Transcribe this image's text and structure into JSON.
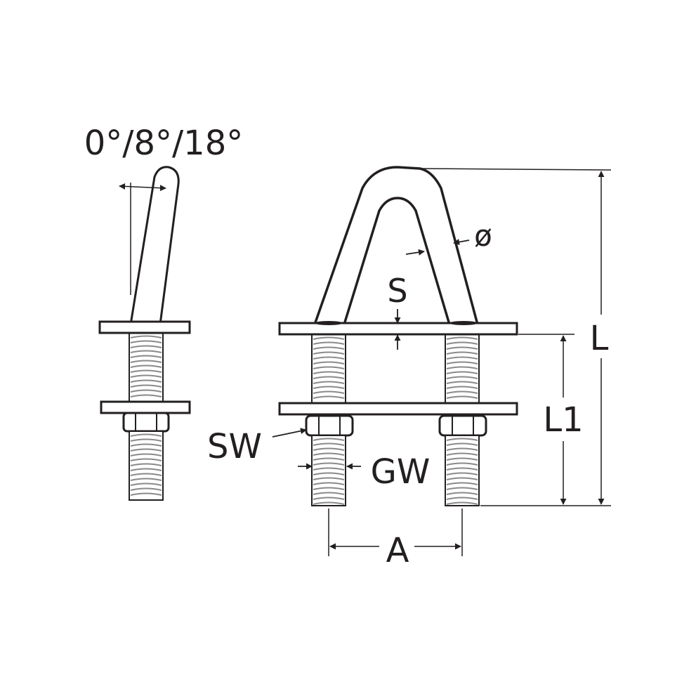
{
  "labels": {
    "angle": "0°/8°/18°",
    "diameter": "ø",
    "s": "S",
    "l": "L",
    "l1": "L1",
    "sw": "SW",
    "gw": "GW",
    "a": "A"
  },
  "colors": {
    "line": "#231f20",
    "fill": "#ffffff",
    "thread": "#8a8a8a"
  }
}
